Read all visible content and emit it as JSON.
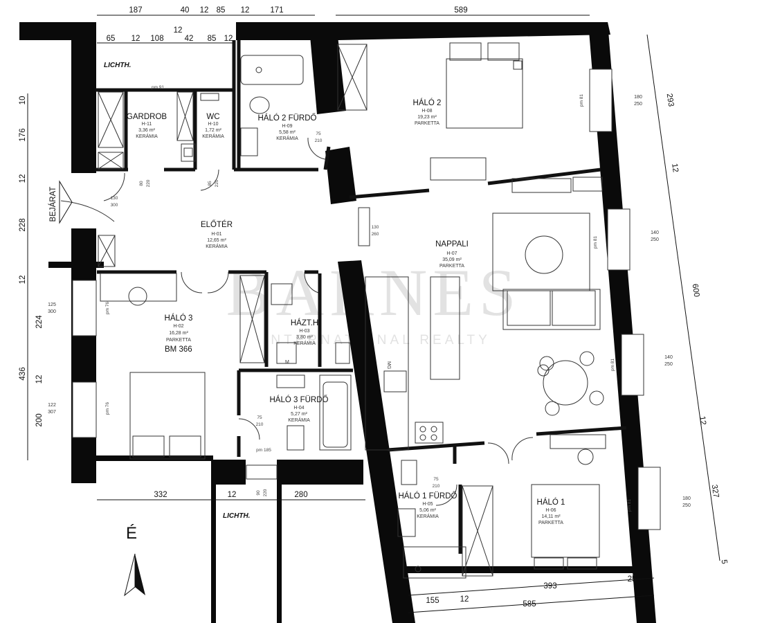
{
  "colors": {
    "wall": "#0a0a0a",
    "line": "#222222",
    "text": "#111111",
    "watermark": "#d4d4d4"
  },
  "dims": {
    "top1": [
      "187",
      "40",
      "12",
      "85",
      "12",
      "171"
    ],
    "top1_right": "589",
    "top2": [
      "65",
      "12",
      "108",
      "12",
      "42",
      "85",
      "12"
    ],
    "left": [
      "10",
      "176",
      "12",
      "228",
      "12",
      "224",
      "436",
      "12",
      "200"
    ],
    "right": [
      "293",
      "12",
      "600",
      "12",
      "327",
      "5"
    ],
    "bottom_left": [
      "332",
      "12",
      "280"
    ],
    "bottom_right": [
      "155",
      "12",
      "585",
      "393",
      "25"
    ]
  },
  "labels": {
    "lichth": "LICHTH.",
    "bejarat": "BEJÁRAT",
    "north": "É",
    "bm": "BM 366",
    "mg": "MG",
    "m": "M"
  },
  "watermark": {
    "main": "BARNES",
    "sub": "INTERNATIONAL REALTY"
  },
  "rooms": [
    {
      "name": "GARDROB",
      "code": "H-11",
      "area": "3,36 m²",
      "floor": "KERÁMIA"
    },
    {
      "name": "WC",
      "code": "H-10",
      "area": "1,72 m²",
      "floor": "KERÁMIA"
    },
    {
      "name": "HÁLÓ 2 FÜRDŐ",
      "code": "H-09",
      "area": "5,58 m²",
      "floor": "KERÁMIA"
    },
    {
      "name": "HÁLÓ 2",
      "code": "H-08",
      "area": "19,23 m²",
      "floor": "PARKETTA"
    },
    {
      "name": "ELŐTÉR",
      "code": "H-01",
      "area": "12,65 m²",
      "floor": "KERÁMIA"
    },
    {
      "name": "NAPPALI",
      "code": "H-07",
      "area": "35,09 m²",
      "floor": "PARKETTA"
    },
    {
      "name": "HÁLÓ 3",
      "code": "H-02",
      "area": "16,28 m²",
      "floor": "PARKETTA"
    },
    {
      "name": "HÁZT.H",
      "code": "H-03",
      "area": "3,80 m²",
      "floor": "KERÁMIA"
    },
    {
      "name": "HÁLÓ 3 FÜRDŐ",
      "code": "H-04",
      "area": "5,27 m²",
      "floor": "KERÁMIA"
    },
    {
      "name": "HÁLÓ 1 FÜRDŐ",
      "code": "H-05",
      "area": "5,06 m²",
      "floor": "KERÁMIA"
    },
    {
      "name": "HÁLÓ 1",
      "code": "H-06",
      "area": "14,11 m²",
      "floor": "PARKETTA"
    }
  ],
  "windows": [
    {
      "a": "180",
      "b": "250"
    },
    {
      "a": "140",
      "b": "250"
    },
    {
      "a": "140",
      "b": "250"
    },
    {
      "a": "180",
      "b": "250"
    },
    {
      "a": "125",
      "b": "300"
    },
    {
      "a": "122",
      "b": "307"
    }
  ],
  "doors": [
    "130",
    "300",
    "130",
    "260",
    "75",
    "210",
    "75",
    "210",
    "75",
    "210",
    "80",
    "220",
    "85",
    "220",
    "90",
    "220"
  ],
  "parapets": [
    "pm 91",
    "pm 185",
    "pm 76",
    "pm 76",
    "pm 81",
    "pm 81",
    "pm 81",
    "pm 81"
  ]
}
